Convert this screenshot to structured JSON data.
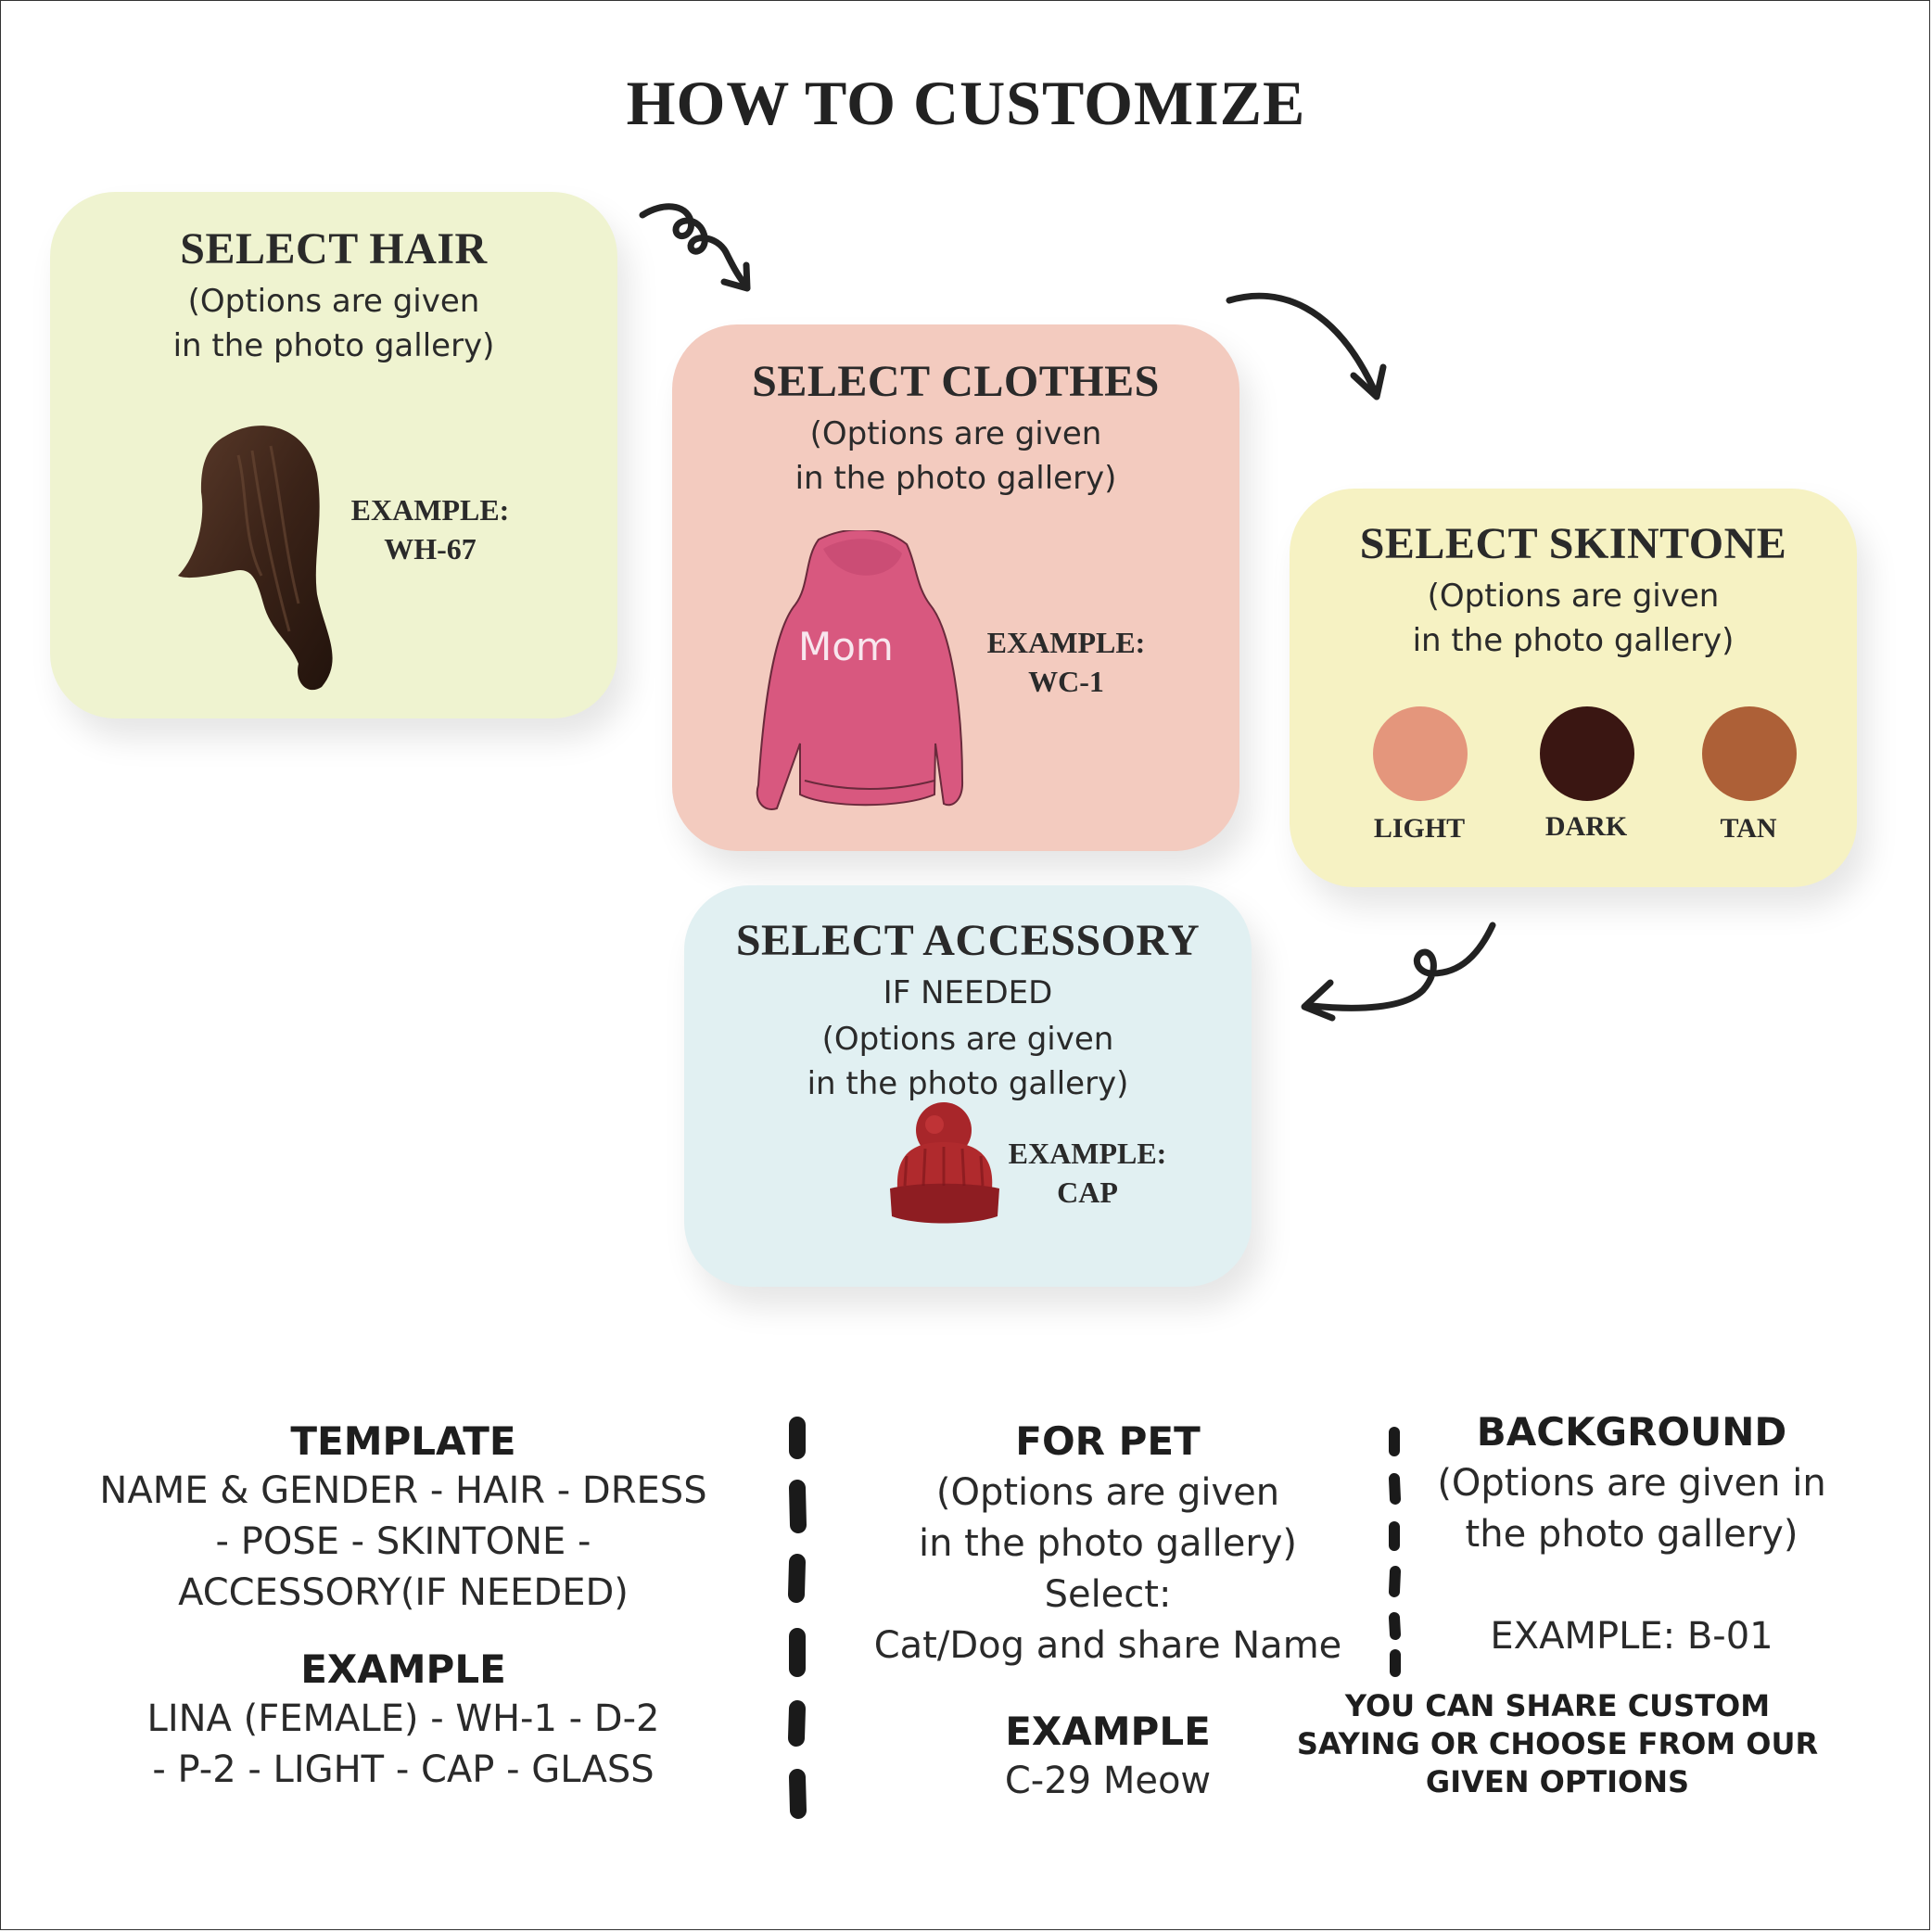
{
  "title": "HOW TO CUSTOMIZE",
  "cards": {
    "hair": {
      "title": "SELECT HAIR",
      "subtitle_line1": "(Options are given",
      "subtitle_line2": "in the photo gallery)",
      "example_label": "EXAMPLE:",
      "example_code": "WH-67",
      "color": "#eff3d0"
    },
    "clothes": {
      "title": "SELECT CLOTHES",
      "subtitle_line1": "(Options are given",
      "subtitle_line2": "in the photo gallery)",
      "example_label": "EXAMPLE:",
      "example_code": "WC-1",
      "hoodie_text": "Mom",
      "color": "#f3cbbf"
    },
    "skintone": {
      "title": "SELECT SKINTONE",
      "subtitle_line1": "(Options are given",
      "subtitle_line2": "in the photo gallery)",
      "color": "#f6f2c3",
      "swatches": [
        {
          "label": "LIGHT",
          "color": "#e4967c"
        },
        {
          "label": "DARK",
          "color": "#3a1612"
        },
        {
          "label": "TAN",
          "color": "#ad6037"
        }
      ]
    },
    "accessory": {
      "title": "SELECT ACCESSORY",
      "line_if_needed": "IF NEEDED",
      "subtitle_line1": "(Options are given",
      "subtitle_line2": "in the photo gallery)",
      "example_label": "EXAMPLE:",
      "example_code": "CAP",
      "color": "#e1f0f2"
    }
  },
  "template": {
    "heading": "TEMPLATE",
    "line1": "NAME & GENDER - HAIR - DRESS",
    "line2": "- POSE - SKINTONE -",
    "line3": "ACCESSORY(IF NEEDED)",
    "example_heading": "EXAMPLE",
    "example_line1": "LINA (FEMALE) - WH-1 - D-2",
    "example_line2": "- P-2 - LIGHT - CAP - GLASS"
  },
  "pet": {
    "heading": "FOR PET",
    "line1": "(Options are given",
    "line2": "in the photo gallery)",
    "line3": "Select:",
    "line4": "Cat/Dog and share Name",
    "example_heading": "EXAMPLE",
    "example_value": "C-29 Meow"
  },
  "background": {
    "heading": "BACKGROUND",
    "line1": "(Options are given in",
    "line2": "the photo gallery)",
    "example": "EXAMPLE: B-01",
    "note_line1": "YOU CAN SHARE CUSTOM",
    "note_line2": "SAYING OR CHOOSE FROM OUR",
    "note_line3": "GIVEN OPTIONS"
  }
}
